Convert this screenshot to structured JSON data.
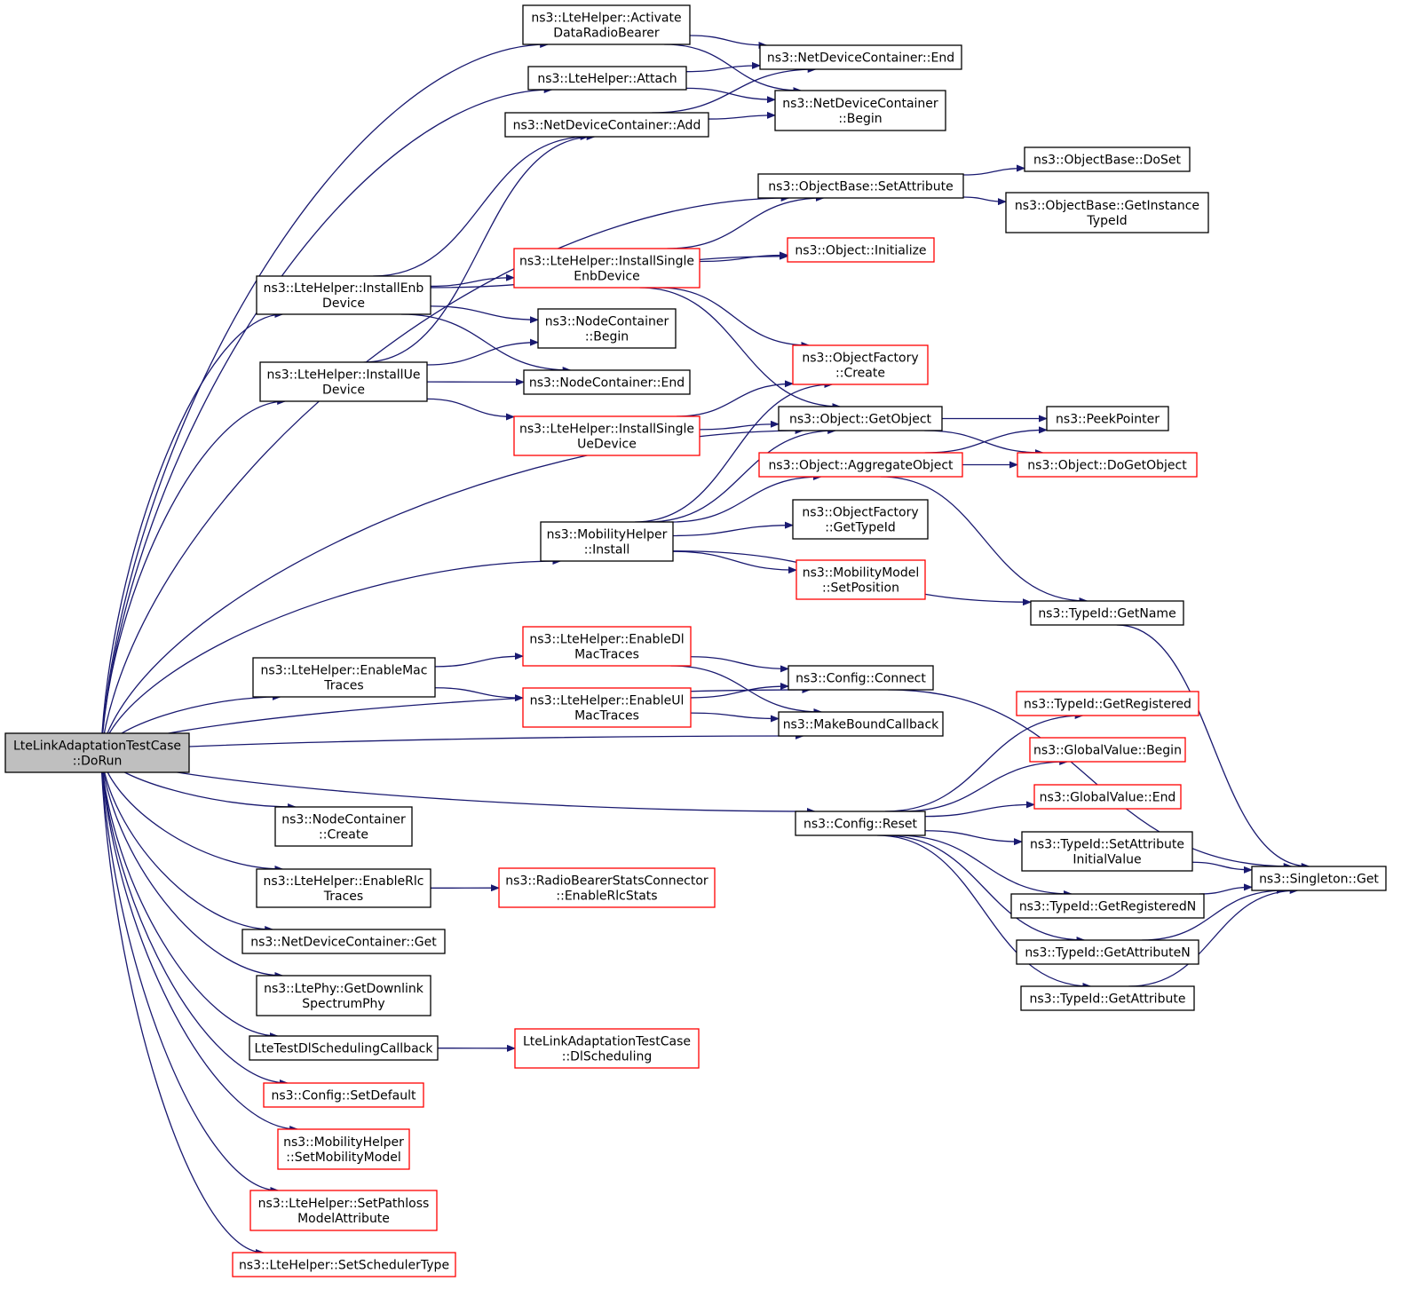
{
  "colors": {
    "edge": "#191970",
    "root_fill": "#bfbfbf",
    "node_fill": "#ffffff",
    "node_border": "#000000",
    "truncated_border": "#ff0000"
  },
  "nodes": [
    {
      "id": "root",
      "lines": [
        "LteLinkAdaptationTestCase",
        "::DoRun"
      ],
      "style": "root"
    },
    {
      "id": "activate",
      "lines": [
        "ns3::LteHelper::Activate",
        "DataRadioBearer"
      ],
      "style": "normal"
    },
    {
      "id": "attach",
      "lines": [
        "ns3::LteHelper::Attach"
      ],
      "style": "normal"
    },
    {
      "id": "ndcAdd",
      "lines": [
        "ns3::NetDeviceContainer::Add"
      ],
      "style": "normal"
    },
    {
      "id": "ndcEnd",
      "lines": [
        "ns3::NetDeviceContainer::End"
      ],
      "style": "normal"
    },
    {
      "id": "ndcBegin",
      "lines": [
        "ns3::NetDeviceContainer",
        "::Begin"
      ],
      "style": "normal"
    },
    {
      "id": "obSetAttr",
      "lines": [
        "ns3::ObjectBase::SetAttribute"
      ],
      "style": "normal"
    },
    {
      "id": "obDoSet",
      "lines": [
        "ns3::ObjectBase::DoSet"
      ],
      "style": "normal"
    },
    {
      "id": "obGetInst",
      "lines": [
        "ns3::ObjectBase::GetInstance",
        "TypeId"
      ],
      "style": "normal"
    },
    {
      "id": "objInit",
      "lines": [
        "ns3::Object::Initialize"
      ],
      "style": "truncated"
    },
    {
      "id": "installEnb",
      "lines": [
        "ns3::LteHelper::InstallEnb",
        "Device"
      ],
      "style": "normal"
    },
    {
      "id": "installSingleEnb",
      "lines": [
        "ns3::LteHelper::InstallSingle",
        "EnbDevice"
      ],
      "style": "truncated"
    },
    {
      "id": "ncBegin",
      "lines": [
        "ns3::NodeContainer",
        "::Begin"
      ],
      "style": "normal"
    },
    {
      "id": "ofCreate",
      "lines": [
        "ns3::ObjectFactory",
        "::Create"
      ],
      "style": "truncated"
    },
    {
      "id": "installUe",
      "lines": [
        "ns3::LteHelper::InstallUe",
        "Device"
      ],
      "style": "normal"
    },
    {
      "id": "ncEnd",
      "lines": [
        "ns3::NodeContainer::End"
      ],
      "style": "normal"
    },
    {
      "id": "installSingleUe",
      "lines": [
        "ns3::LteHelper::InstallSingle",
        "UeDevice"
      ],
      "style": "truncated"
    },
    {
      "id": "getObject",
      "lines": [
        "ns3::Object::GetObject"
      ],
      "style": "normal"
    },
    {
      "id": "peekPointer",
      "lines": [
        "ns3::PeekPointer"
      ],
      "style": "normal"
    },
    {
      "id": "aggregate",
      "lines": [
        "ns3::Object::AggregateObject"
      ],
      "style": "truncated"
    },
    {
      "id": "doGetObject",
      "lines": [
        "ns3::Object::DoGetObject"
      ],
      "style": "truncated"
    },
    {
      "id": "mobInstall",
      "lines": [
        "ns3::MobilityHelper",
        "::Install"
      ],
      "style": "normal"
    },
    {
      "id": "ofGetTypeId",
      "lines": [
        "ns3::ObjectFactory",
        "::GetTypeId"
      ],
      "style": "normal"
    },
    {
      "id": "mmSetPos",
      "lines": [
        "ns3::MobilityModel",
        "::SetPosition"
      ],
      "style": "truncated"
    },
    {
      "id": "tidGetName",
      "lines": [
        "ns3::TypeId::GetName"
      ],
      "style": "normal"
    },
    {
      "id": "enableDl",
      "lines": [
        "ns3::LteHelper::EnableDl",
        "MacTraces"
      ],
      "style": "truncated"
    },
    {
      "id": "enableMac",
      "lines": [
        "ns3::LteHelper::EnableMac",
        "Traces"
      ],
      "style": "normal"
    },
    {
      "id": "cfgConnect",
      "lines": [
        "ns3::Config::Connect"
      ],
      "style": "normal"
    },
    {
      "id": "enableUl",
      "lines": [
        "ns3::LteHelper::EnableUl",
        "MacTraces"
      ],
      "style": "truncated"
    },
    {
      "id": "makeBound",
      "lines": [
        "ns3::MakeBoundCallback"
      ],
      "style": "normal"
    },
    {
      "id": "tidGetReg",
      "lines": [
        "ns3::TypeId::GetRegistered"
      ],
      "style": "truncated"
    },
    {
      "id": "gvBegin",
      "lines": [
        "ns3::GlobalValue::Begin"
      ],
      "style": "truncated"
    },
    {
      "id": "gvEnd",
      "lines": [
        "ns3::GlobalValue::End"
      ],
      "style": "truncated"
    },
    {
      "id": "ncCreate",
      "lines": [
        "ns3::NodeContainer",
        "::Create"
      ],
      "style": "normal"
    },
    {
      "id": "cfgReset",
      "lines": [
        "ns3::Config::Reset"
      ],
      "style": "normal"
    },
    {
      "id": "tidSetAttr",
      "lines": [
        "ns3::TypeId::SetAttribute",
        "InitialValue"
      ],
      "style": "normal"
    },
    {
      "id": "singleton",
      "lines": [
        "ns3::Singleton::Get"
      ],
      "style": "normal"
    },
    {
      "id": "enableRlc",
      "lines": [
        "ns3::LteHelper::EnableRlc",
        "Traces"
      ],
      "style": "normal"
    },
    {
      "id": "rbsc",
      "lines": [
        "ns3::RadioBearerStatsConnector",
        "::EnableRlcStats"
      ],
      "style": "truncated"
    },
    {
      "id": "tidGetRegN",
      "lines": [
        "ns3::TypeId::GetRegisteredN"
      ],
      "style": "normal"
    },
    {
      "id": "ndcGet",
      "lines": [
        "ns3::NetDeviceContainer::Get"
      ],
      "style": "normal"
    },
    {
      "id": "tidGetAttrN",
      "lines": [
        "ns3::TypeId::GetAttributeN"
      ],
      "style": "normal"
    },
    {
      "id": "ltePhy",
      "lines": [
        "ns3::LtePhy::GetDownlink",
        "SpectrumPhy"
      ],
      "style": "normal"
    },
    {
      "id": "tidGetAttr",
      "lines": [
        "ns3::TypeId::GetAttribute"
      ],
      "style": "normal"
    },
    {
      "id": "lteTestDl",
      "lines": [
        "LteTestDlSchedulingCallback"
      ],
      "style": "normal"
    },
    {
      "id": "dlSched",
      "lines": [
        "LteLinkAdaptationTestCase",
        "::DlScheduling"
      ],
      "style": "truncated"
    },
    {
      "id": "cfgSetDefault",
      "lines": [
        "ns3::Config::SetDefault"
      ],
      "style": "truncated"
    },
    {
      "id": "mobSetModel",
      "lines": [
        "ns3::MobilityHelper",
        "::SetMobilityModel"
      ],
      "style": "truncated"
    },
    {
      "id": "pathloss",
      "lines": [
        "ns3::LteHelper::SetPathloss",
        "ModelAttribute"
      ],
      "style": "truncated"
    },
    {
      "id": "schedType",
      "lines": [
        "ns3::LteHelper::SetSchedulerType"
      ],
      "style": "truncated"
    }
  ],
  "edges": [
    [
      "root",
      "activate"
    ],
    [
      "root",
      "attach"
    ],
    [
      "root",
      "obSetAttr"
    ],
    [
      "root",
      "installEnb"
    ],
    [
      "root",
      "installUe"
    ],
    [
      "root",
      "getObject"
    ],
    [
      "root",
      "mobInstall"
    ],
    [
      "root",
      "cfgConnect"
    ],
    [
      "root",
      "enableMac"
    ],
    [
      "root",
      "makeBound"
    ],
    [
      "root",
      "cfgReset"
    ],
    [
      "root",
      "ncCreate"
    ],
    [
      "root",
      "enableRlc"
    ],
    [
      "root",
      "ndcGet"
    ],
    [
      "root",
      "ltePhy"
    ],
    [
      "root",
      "lteTestDl"
    ],
    [
      "root",
      "cfgSetDefault"
    ],
    [
      "root",
      "mobSetModel"
    ],
    [
      "root",
      "pathloss"
    ],
    [
      "root",
      "schedType"
    ],
    [
      "activate",
      "ndcEnd"
    ],
    [
      "activate",
      "ndcBegin"
    ],
    [
      "attach",
      "ndcEnd"
    ],
    [
      "attach",
      "ndcBegin"
    ],
    [
      "ndcAdd",
      "ndcBegin"
    ],
    [
      "ndcAdd",
      "ndcEnd"
    ],
    [
      "obSetAttr",
      "obDoSet"
    ],
    [
      "obSetAttr",
      "obGetInst"
    ],
    [
      "installEnb",
      "ndcAdd"
    ],
    [
      "installEnb",
      "objInit"
    ],
    [
      "installEnb",
      "installSingleEnb"
    ],
    [
      "installEnb",
      "ncBegin"
    ],
    [
      "installEnb",
      "ncEnd"
    ],
    [
      "installSingleEnb",
      "obSetAttr"
    ],
    [
      "installSingleEnb",
      "objInit"
    ],
    [
      "installSingleEnb",
      "ofCreate"
    ],
    [
      "installSingleEnb",
      "getObject"
    ],
    [
      "installUe",
      "ndcAdd"
    ],
    [
      "installUe",
      "ncBegin"
    ],
    [
      "installUe",
      "ncEnd"
    ],
    [
      "installUe",
      "installSingleUe"
    ],
    [
      "installSingleUe",
      "ofCreate"
    ],
    [
      "installSingleUe",
      "getObject"
    ],
    [
      "getObject",
      "peekPointer"
    ],
    [
      "getObject",
      "doGetObject"
    ],
    [
      "aggregate",
      "peekPointer"
    ],
    [
      "aggregate",
      "doGetObject"
    ],
    [
      "aggregate",
      "tidGetName"
    ],
    [
      "mobInstall",
      "ofCreate"
    ],
    [
      "mobInstall",
      "getObject"
    ],
    [
      "mobInstall",
      "aggregate"
    ],
    [
      "mobInstall",
      "ofGetTypeId"
    ],
    [
      "mobInstall",
      "mmSetPos"
    ],
    [
      "mobInstall",
      "tidGetName"
    ],
    [
      "tidGetName",
      "singleton"
    ],
    [
      "enableMac",
      "enableDl"
    ],
    [
      "enableMac",
      "enableUl"
    ],
    [
      "enableDl",
      "cfgConnect"
    ],
    [
      "enableDl",
      "makeBound"
    ],
    [
      "enableUl",
      "cfgConnect"
    ],
    [
      "enableUl",
      "makeBound"
    ],
    [
      "cfgConnect",
      "singleton"
    ],
    [
      "cfgReset",
      "tidGetReg"
    ],
    [
      "cfgReset",
      "gvBegin"
    ],
    [
      "cfgReset",
      "gvEnd"
    ],
    [
      "cfgReset",
      "tidSetAttr"
    ],
    [
      "cfgReset",
      "tidGetRegN"
    ],
    [
      "cfgReset",
      "tidGetAttrN"
    ],
    [
      "cfgReset",
      "tidGetAttr"
    ],
    [
      "tidSetAttr",
      "singleton"
    ],
    [
      "tidGetRegN",
      "singleton"
    ],
    [
      "tidGetAttrN",
      "singleton"
    ],
    [
      "tidGetAttr",
      "singleton"
    ],
    [
      "enableRlc",
      "rbsc"
    ],
    [
      "lteTestDl",
      "dlSched"
    ]
  ]
}
